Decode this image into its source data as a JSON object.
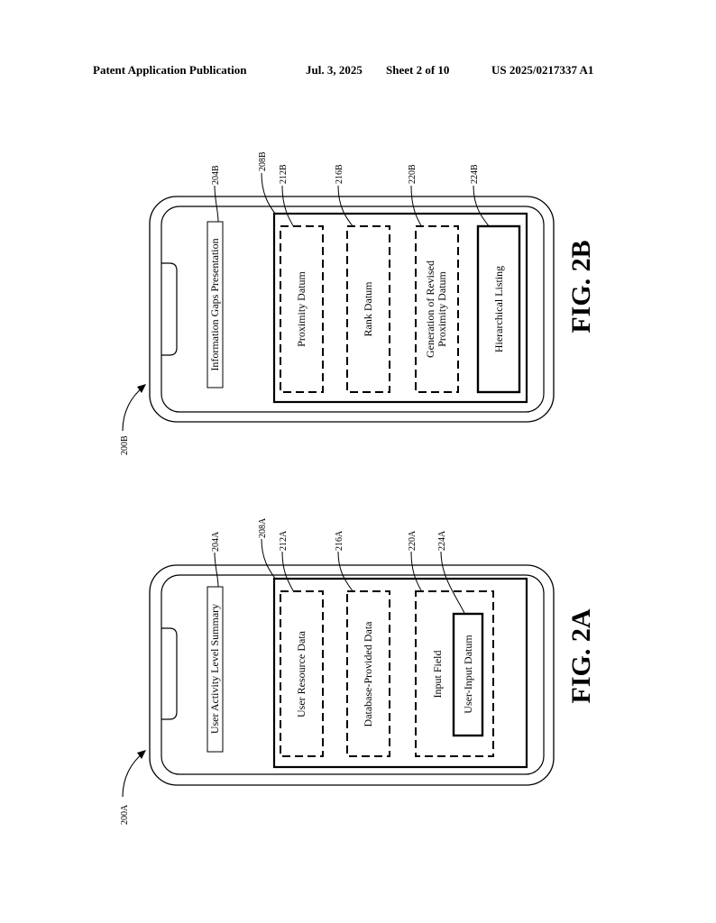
{
  "header": {
    "publication": "Patent Application Publication",
    "date": "Jul. 3, 2025",
    "sheet": "Sheet 2 of 10",
    "number": "US 2025/0217337 A1"
  },
  "figures": {
    "fig2a": {
      "caption": "FIG. 2A",
      "device_ref": "200A",
      "summary_label": "User Activity Level Summary",
      "summary_ref": "204A",
      "panel_ref": "208A",
      "box1_label": "User Resource Data",
      "box1_ref": "212A",
      "box2_label": "Database-Provided Data",
      "box2_ref": "216A",
      "box3_label": "Input Field",
      "box3_ref": "220A",
      "inner_label": "User-Input Datum",
      "inner_ref": "224A"
    },
    "fig2b": {
      "caption": "FIG. 2B",
      "device_ref": "200B",
      "summary_label": "Information Gaps Presentation",
      "summary_ref": "204B",
      "panel_ref": "208B",
      "box1_label": "Proximity Datum",
      "box1_ref": "212B",
      "box2_label": "Rank Datum",
      "box2_ref": "216B",
      "box3_label_line1": "Generation of Revised",
      "box3_label_line2": "Proximity Datum",
      "box3_ref": "220B",
      "box4_label": "Hierarchical Listing",
      "box4_ref": "224B"
    }
  }
}
